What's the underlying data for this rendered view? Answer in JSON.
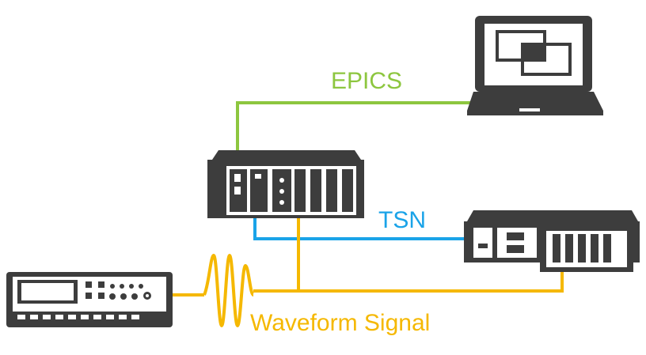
{
  "labels": {
    "epics": "EPICS",
    "tsn": "TSN",
    "waveform": "Waveform Signal"
  },
  "colors": {
    "epics": "#8dc63f",
    "tsn": "#1aa3e8",
    "waveform": "#f5b800",
    "device_dark": "#3d3d3d",
    "device_light": "#ffffff",
    "device_mid": "#777777"
  },
  "nodes": [
    {
      "id": "laptop",
      "icon": "laptop-icon"
    },
    {
      "id": "crate",
      "icon": "chassis-icon"
    },
    {
      "id": "remote-chassis",
      "icon": "chassis-icon"
    },
    {
      "id": "signal-generator",
      "icon": "instrument-icon"
    }
  ]
}
